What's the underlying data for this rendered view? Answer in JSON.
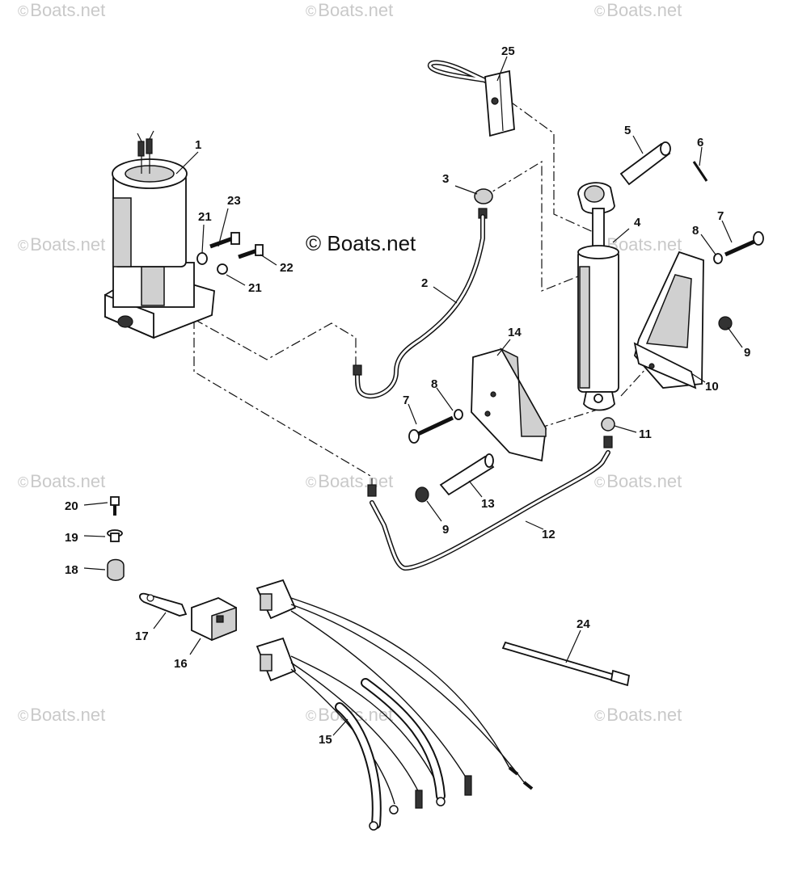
{
  "watermark": {
    "symbol": "©",
    "text": "Boats.net"
  },
  "brand": {
    "symbol": "©",
    "text": "Boats.net"
  },
  "callouts": {
    "c1": "1",
    "c2": "2",
    "c3": "3",
    "c4": "4",
    "c5": "5",
    "c6": "6",
    "c7a": "7",
    "c7b": "7",
    "c8a": "8",
    "c8b": "8",
    "c9a": "9",
    "c9b": "9",
    "c10": "10",
    "c11": "11",
    "c12": "12",
    "c13": "13",
    "c14": "14",
    "c15": "15",
    "c16": "16",
    "c17": "17",
    "c18": "18",
    "c19": "19",
    "c20": "20",
    "c21a": "21",
    "c21b": "21",
    "c22": "22",
    "c23": "23",
    "c24": "24",
    "c25": "25"
  }
}
